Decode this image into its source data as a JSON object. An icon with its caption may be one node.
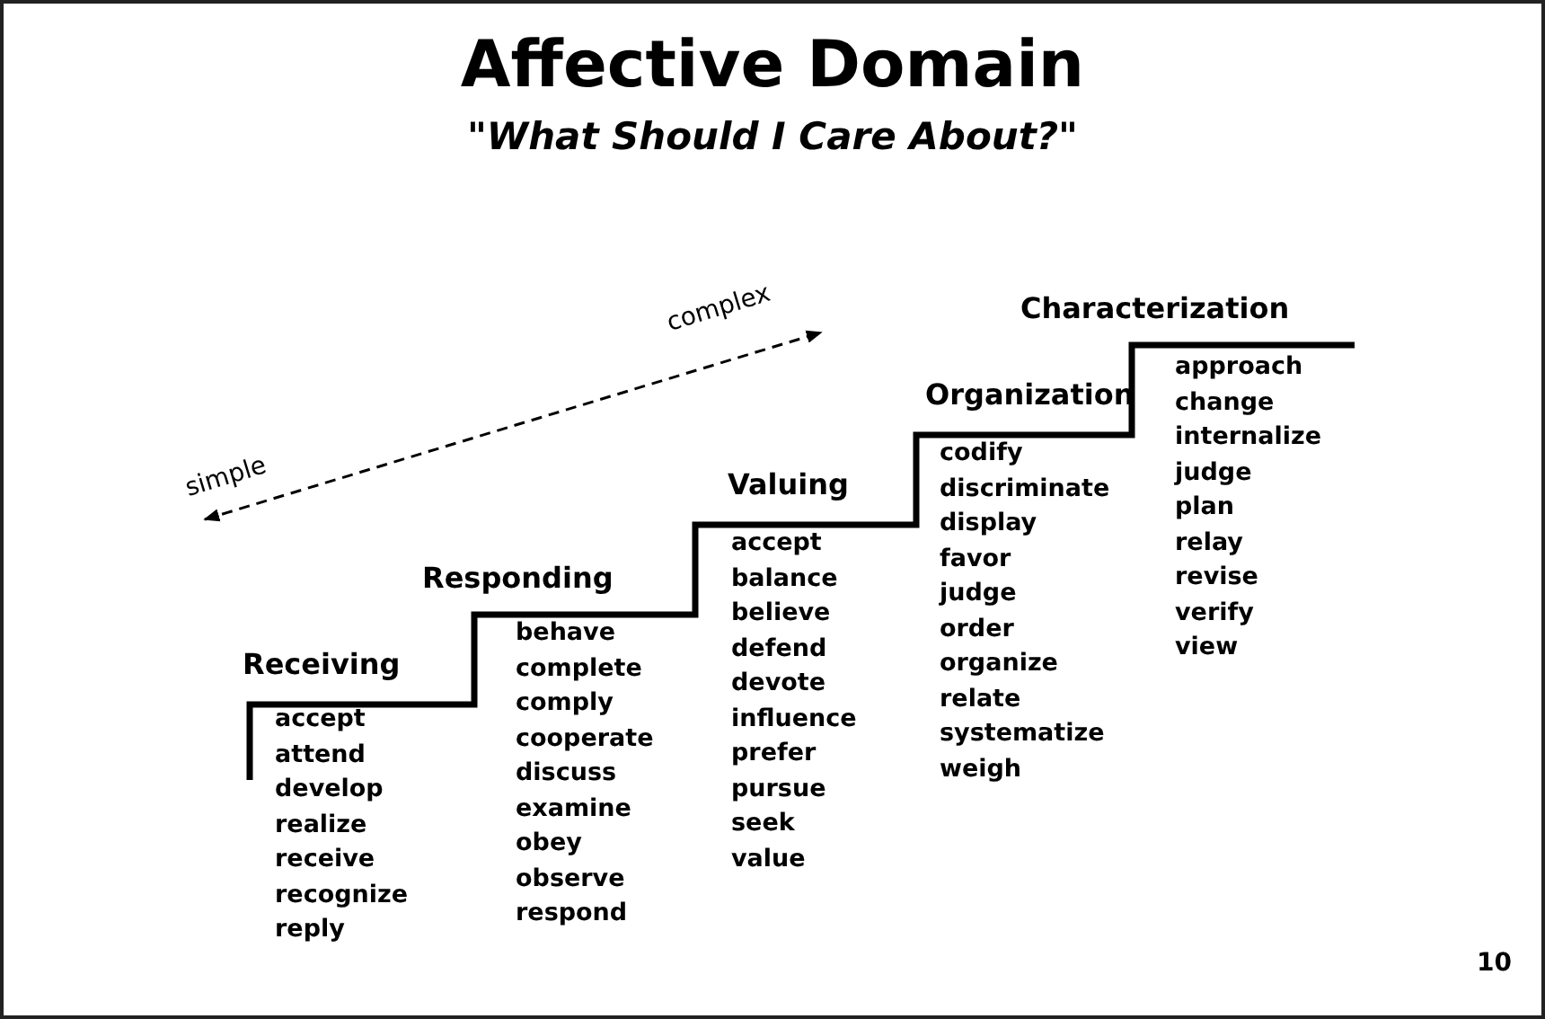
{
  "diagram": {
    "title": "Affective Domain",
    "nodes": [
      {
        "text": [
          "Receiving",
          "accept attend develop realize receive recognize reply"
        ]
      },
      {
        "text": [
          "Responding",
          "behave complete comply cooperate discuss examine obey observe respond"
        ]
      },
      {
        "text": [
          "Valuing",
          "accept balance believe defend devote influence prefer pursue seek value"
        ]
      },
      {
        "text": [
          "Organization",
          "codify discriminate display favor judge order organize relate systematize weigh"
        ]
      },
      {
        "text": [
          "Characterization",
          "approach change internalize judge plan relay revise verify view"
        ]
      }
    ],
    "labels": [
      "\"What Should I Care About?\"",
      "complex",
      "simple",
      "10"
    ]
  }
}
